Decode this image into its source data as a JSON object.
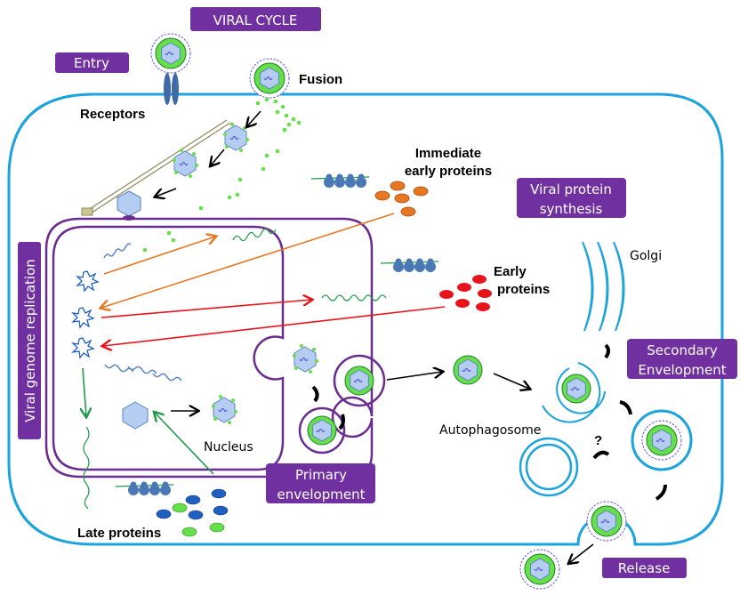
{
  "title": "VIRAL CYCLE",
  "stages": {
    "entry": "Entry",
    "viral_protein_synthesis_line1": "Viral protein",
    "viral_protein_synthesis_line2": "synthesis",
    "viral_genome_replication": "Viral genome replication",
    "primary_envelopment_line1": "Primary",
    "primary_envelopment_line2": "envelopment",
    "secondary_envelopment_line1": "Secondary",
    "secondary_envelopment_line2": "Envelopment",
    "release": "Release"
  },
  "labels": {
    "fusion": "Fusion",
    "receptors": "Receptors",
    "immediate_early_line1": "Immediate",
    "immediate_early_line2": "early proteins",
    "early_line1": "Early",
    "early_line2": "proteins",
    "late_proteins": "Late proteins",
    "golgi": "Golgi",
    "nucleus": "Nucleus",
    "autophagosome": "Autophagosome",
    "question_mark": "?"
  },
  "colors": {
    "stage_label": "#7030a0",
    "cell_membrane": "#1aa3dc",
    "nuclear_membrane": "#6a2c91",
    "immediate_early": "#e87722",
    "early": "#e8141c",
    "late_blue": "#1f5fbf",
    "late_green": "#66e04a",
    "tegument": "#66e04a",
    "capsid": "#b4cdf0"
  }
}
